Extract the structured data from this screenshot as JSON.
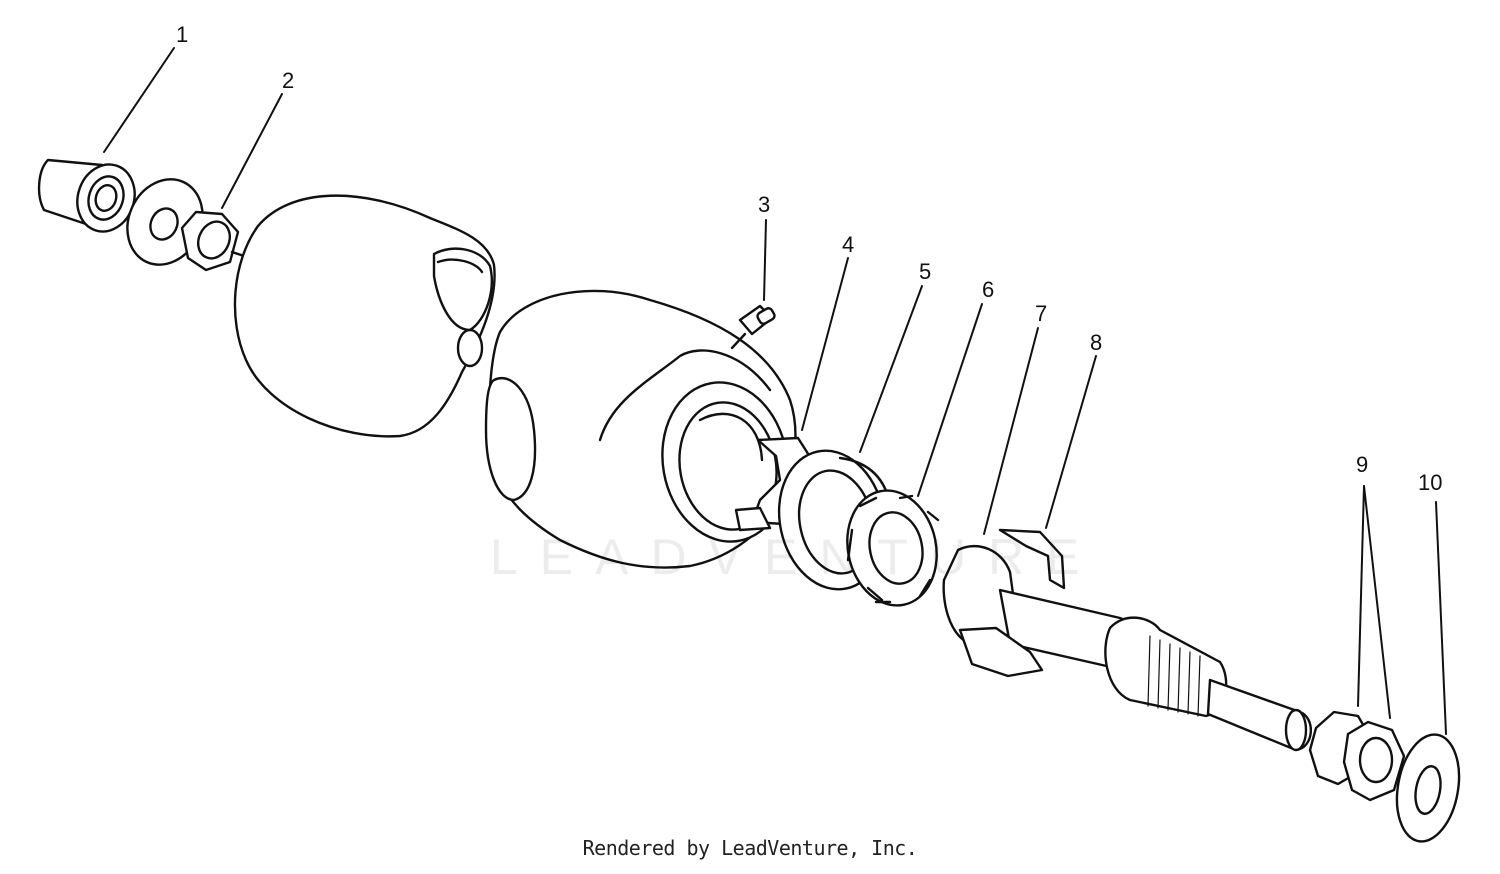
{
  "callouts": [
    "1",
    "2",
    "3",
    "4",
    "5",
    "6",
    "7",
    "8",
    "9",
    "10"
  ],
  "footer": "Rendered by LeadVenture, Inc.",
  "watermark": "LEADVENTURE"
}
